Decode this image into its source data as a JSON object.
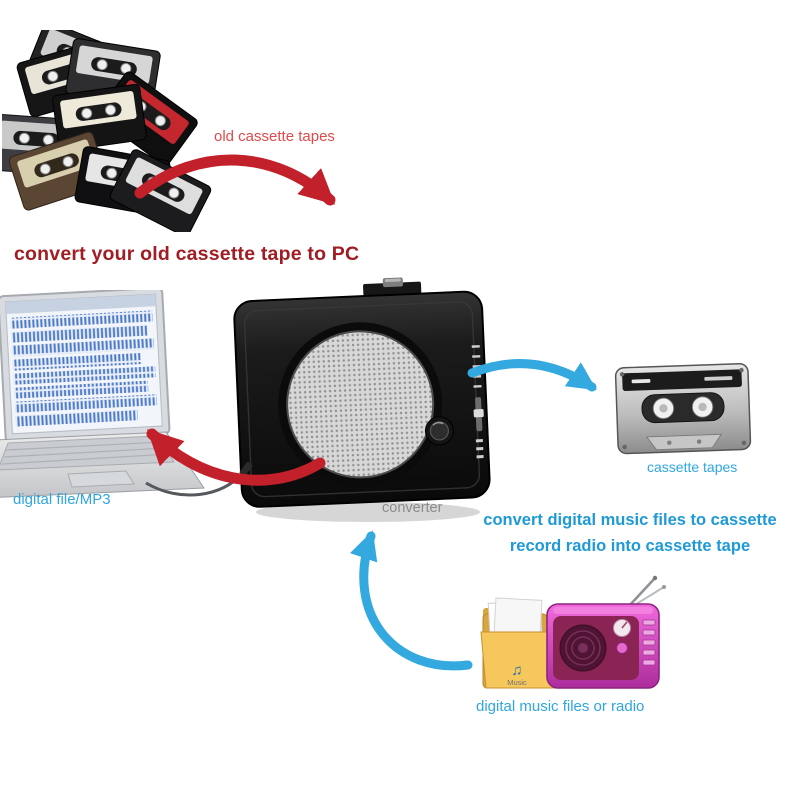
{
  "labels": {
    "old_cassette_tapes": "old cassette tapes",
    "headline": "convert your old cassette tape to PC",
    "digital_file_mp3": "digital file/MP3",
    "converter": "converter",
    "cassette_tapes": "cassette tapes",
    "convert_digital_line1": "convert digital music files to cassette",
    "convert_digital_line2": "record radio into cassette tape",
    "digital_music_or_radio": "digital music files or radio",
    "folder_label": "Music"
  },
  "colors": {
    "red_arrow": "#c2202a",
    "red_label": "#e04a4a",
    "headline_red": "#a01d23",
    "blue_arrow": "#33a9e0",
    "blue_label": "#2fa6e0",
    "blue_text": "#1e9ad6",
    "gray_label": "#8b8b8b"
  }
}
